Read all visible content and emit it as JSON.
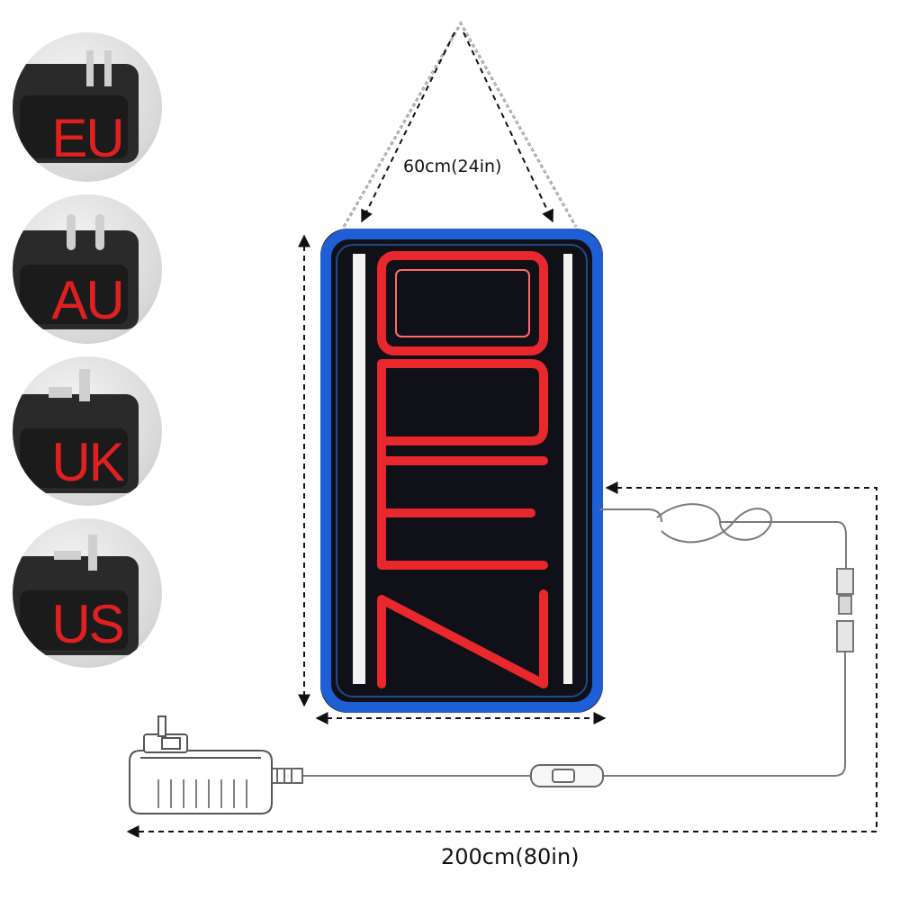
{
  "plug_types": [
    "EU",
    "AU",
    "UK",
    "US"
  ],
  "sign": {
    "word": "OPEN",
    "letter_color": "#e8282c",
    "frame_color": "#1f5fd6",
    "backing_color": "#101018"
  },
  "dimensions": {
    "width_label": "60cm(24in)",
    "cable_label": "200cm(80in)"
  }
}
